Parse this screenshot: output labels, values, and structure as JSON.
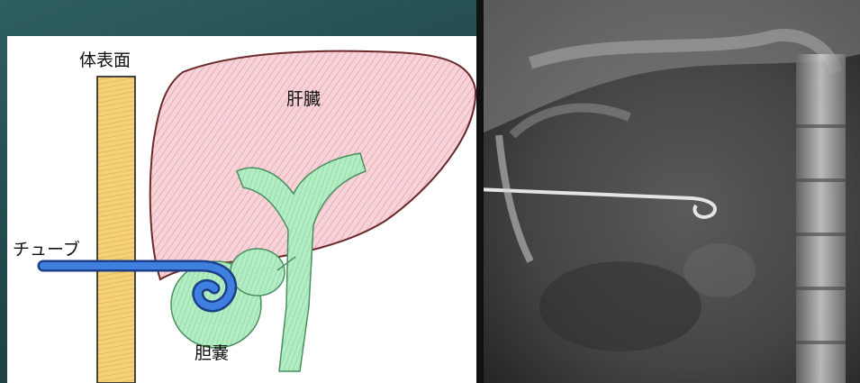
{
  "labels": {
    "body_surface": "体表面",
    "liver": "肝臓",
    "tube": "チューブ",
    "gallbladder": "胆嚢"
  },
  "colors": {
    "liver": "#f3c9d0",
    "liver_outline": "#6b2a2a",
    "body_wall": "#f0c96a",
    "bile_duct": "#a8e6b8",
    "tube": "#2a5fbf",
    "background": "#1f4546"
  }
}
